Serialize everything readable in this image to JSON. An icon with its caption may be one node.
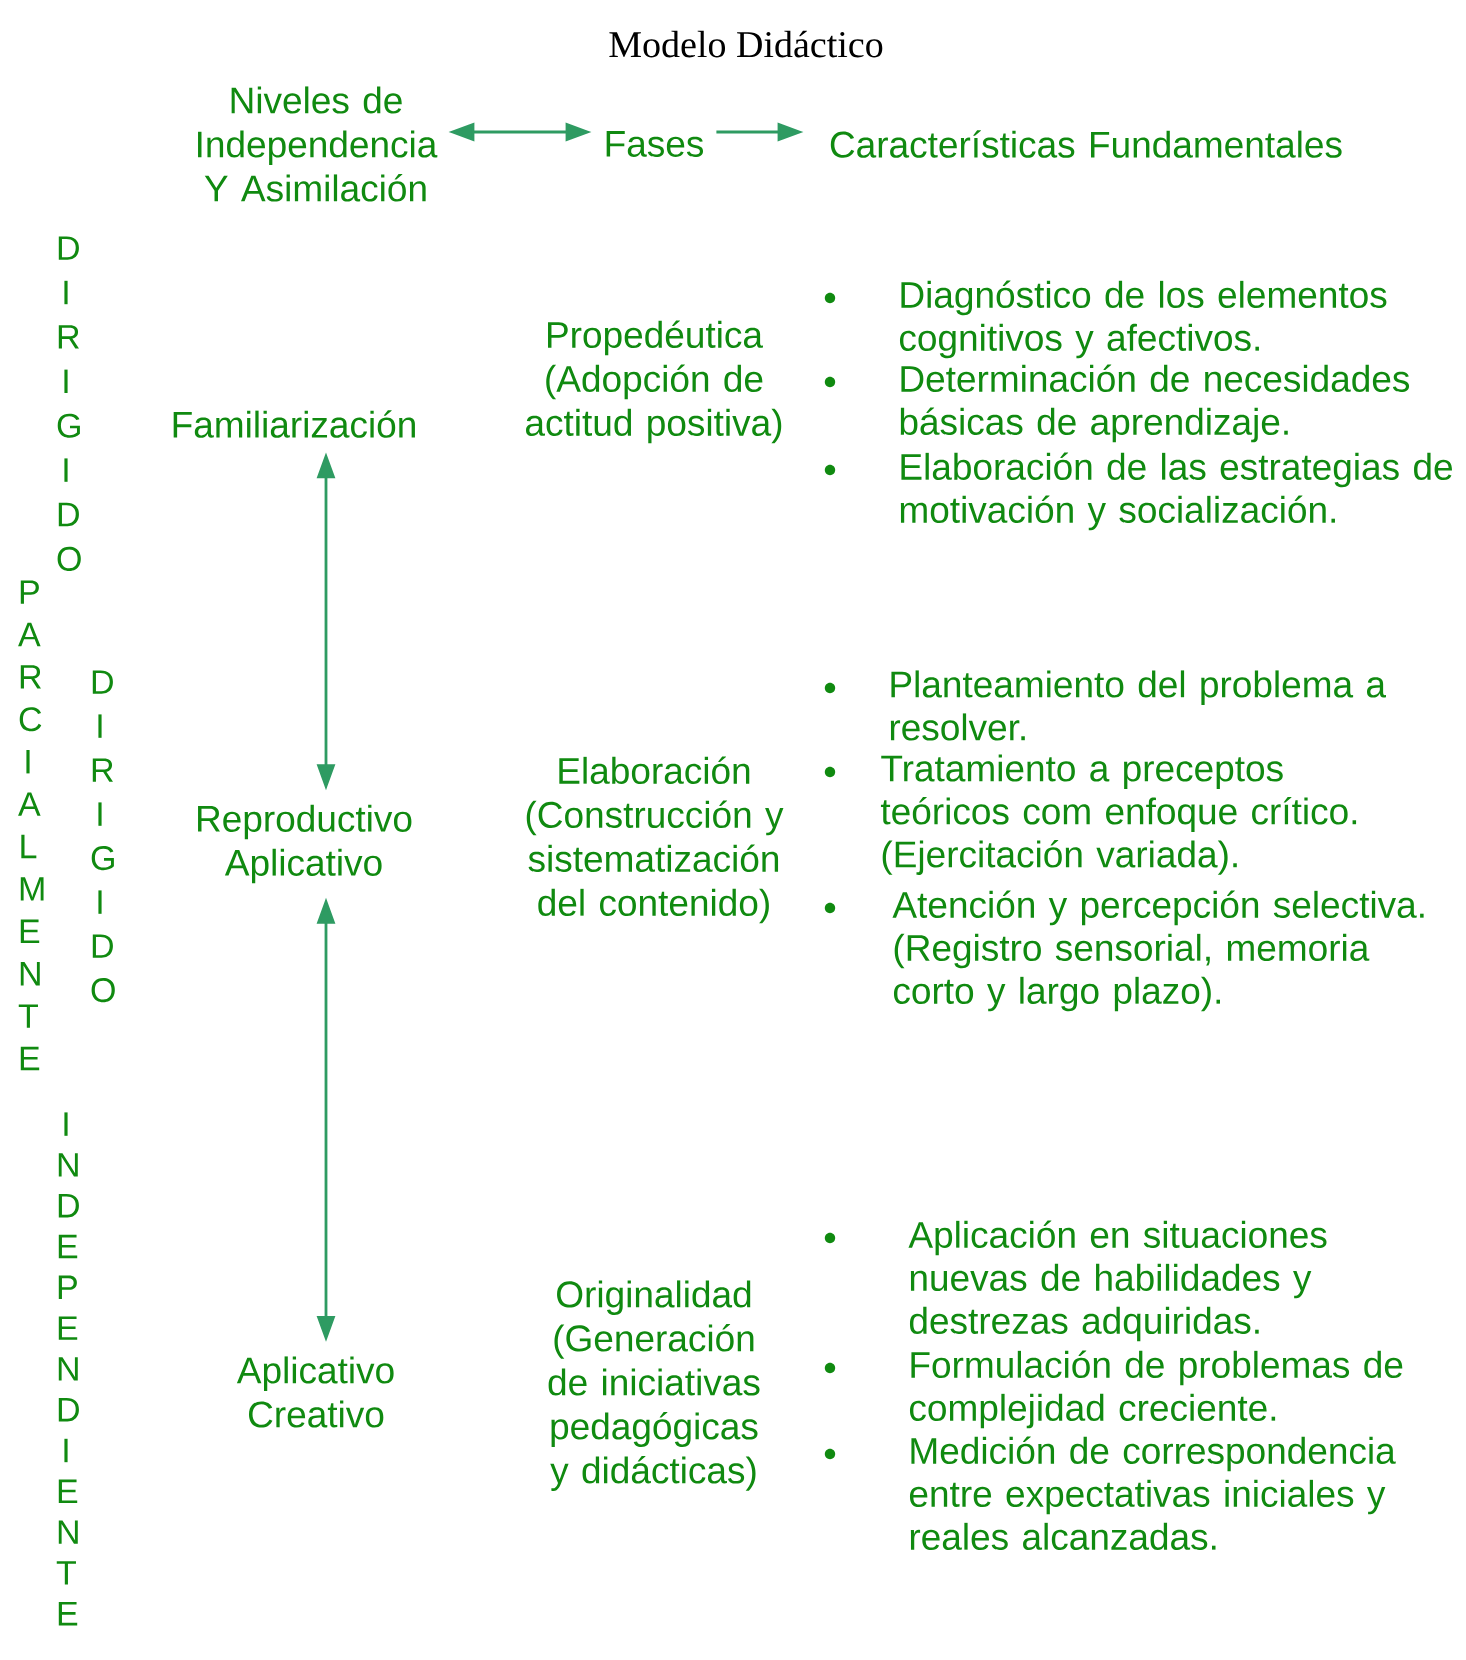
{
  "diagram": {
    "title": "Modelo Didáctico",
    "nodes": [
      {
        "text": [
          "Niveles de Independencia Y Asimilación"
        ]
      },
      {
        "text": [
          "Fases"
        ]
      },
      {
        "text": [
          "Características Fundamentales"
        ]
      },
      {
        "text": [
          "Familiarización"
        ]
      },
      {
        "text": [
          "Reproductivo Aplicativo"
        ]
      },
      {
        "text": [
          "Aplicativo Creativo"
        ]
      }
    ],
    "edges": [
      {
        "from": 0,
        "to": 1,
        "arrow": "both"
      },
      {
        "from": 1,
        "to": 2,
        "arrow": "to"
      },
      {
        "from": 3,
        "to": 4,
        "arrow": "both"
      },
      {
        "from": 4,
        "to": 5,
        "arrow": "both"
      }
    ],
    "labels": [
      "DIRIGIDO",
      "Propedéutica (Adopción de actitud positiva)",
      "Diagnóstico de los elementos cognitivos y afectivos.",
      "Determinación de necesidades básicas de aprendizaje.",
      "Elaboración de las estrategias de motivación y socialización.",
      "PARCIALMENTE",
      "DIRIGIDO",
      "Planteamiento del problema a resolver.",
      "Elaboración (Construcción y sistematización del contenido)",
      "Tratamiento a preceptos teóricos com enfoque crítico. (Ejercitación variada).",
      "Atención y percepción selectiva. (Registro sensorial, memoria corto y largo plazo).",
      "INDEPENDIENTE",
      "Originalidad (Generación de iniciativas pedagógicas y didácticas)",
      "Aplicación en situaciones nuevas de habilidades y destrezas adquiridas.",
      "Formulación de problemas de complejidad creciente.",
      "Medición de correspondencia entre expectativas iniciales y reales alcanzadas."
    ]
  }
}
